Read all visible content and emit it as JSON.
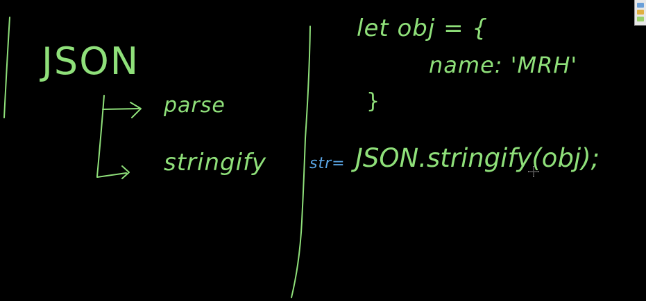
{
  "canvas": {
    "background": "#000000",
    "ink_color": "#8fe07a",
    "highlight_color": "#5aa6e6"
  },
  "left_notes": {
    "title": "JSON",
    "branch_parse": "parse",
    "branch_stringify": "stringify"
  },
  "right_notes": {
    "code_line_1": "let obj = {",
    "code_line_2": "name: 'MRH'",
    "code_line_3": "}",
    "var_name": "str=",
    "code_line_4": "JSON.stringify(obj);"
  },
  "toolbar": {
    "icons": [
      "pen-tool-icon",
      "highlighter-icon",
      "eraser-icon"
    ]
  },
  "cursor": {
    "icon": "crosshair-cursor-icon"
  }
}
